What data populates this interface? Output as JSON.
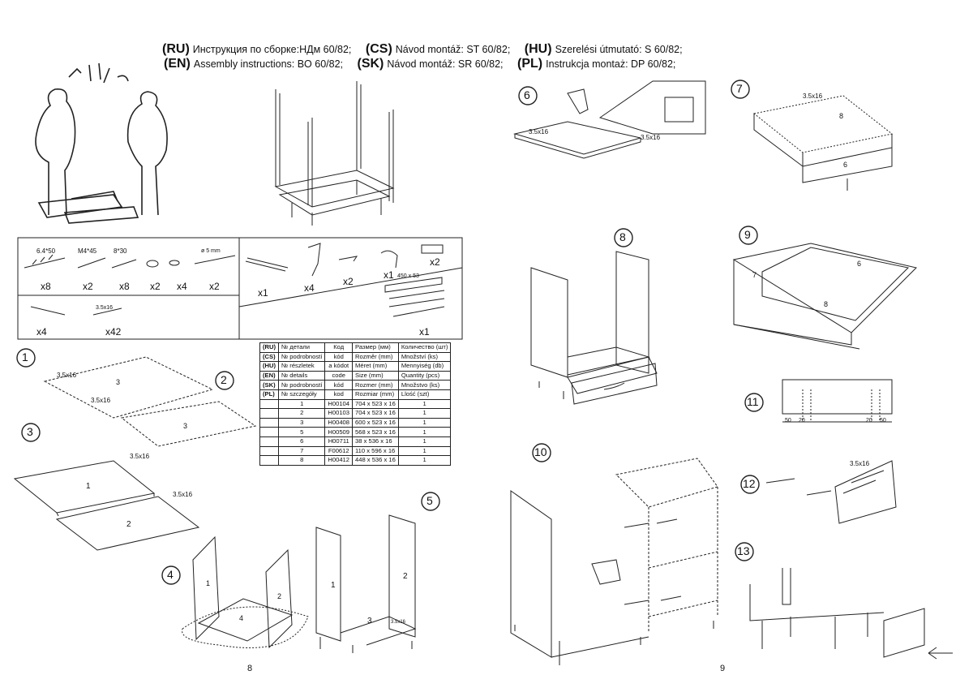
{
  "header": {
    "line1": [
      {
        "code": "(RU)",
        "text": "Инструкция по сборке:НДм 60/82;"
      },
      {
        "code": "(CS)",
        "text": "Návod montáž: ST 60/82;"
      },
      {
        "code": "(HU)",
        "text": "Szerelési útmutató: S 60/82;"
      }
    ],
    "line2": [
      {
        "code": "(EN)",
        "text": "Assembly instructions: BO 60/82;"
      },
      {
        "code": "(SK)",
        "text": "Návod montáž: SR 60/82;"
      },
      {
        "code": "(PL)",
        "text": "Instrukcja montaż: DP 60/82;"
      }
    ]
  },
  "hardware": {
    "items": [
      {
        "label": "6.4*50",
        "qty": "x8"
      },
      {
        "label": "M4*45",
        "qty": "x2"
      },
      {
        "label": "8*30",
        "qty": "x8"
      },
      {
        "label": "",
        "qty": "x2"
      },
      {
        "label": "",
        "qty": "x4"
      },
      {
        "label": "ø 5 mm",
        "qty": "x2"
      },
      {
        "label": "",
        "qty": "x1"
      },
      {
        "label": "",
        "qty": "x4"
      },
      {
        "label": "",
        "qty": "x2"
      },
      {
        "label": "",
        "qty": "x1"
      },
      {
        "label": "",
        "qty": "x2"
      },
      {
        "label": "",
        "qty": "x4"
      },
      {
        "label": "3.5x16",
        "qty": "x42"
      },
      {
        "label": "450 x 53",
        "qty": "x1"
      }
    ]
  },
  "parts_table": {
    "rows": [
      [
        "(RU)",
        "№ детали",
        "Код",
        "Размер  (мм)",
        "Количество (шт)"
      ],
      [
        "(CS)",
        "№ podrobností",
        "kód",
        "Rozměr (mm)",
        "Množství (ks)"
      ],
      [
        "(HU)",
        "№ részletek",
        "a kódot",
        "Méret (mm)",
        "Mennyiség (db)"
      ],
      [
        "(EN)",
        "№ details",
        "code",
        "Size (mm)",
        "Quantity  (pcs)"
      ],
      [
        "(SK)",
        "№ podrobností",
        "kód",
        "Rozmer (mm)",
        "Množstvo (ks)"
      ],
      [
        "(PL)",
        "№ szczegóły",
        "kod",
        "Rozmiar (mm)",
        "Llość (szt)"
      ]
    ],
    "parts": [
      [
        "1",
        "H00104",
        "704 x 523 x 16",
        "1"
      ],
      [
        "2",
        "H00103",
        "704 x 523 x 16",
        "1"
      ],
      [
        "3",
        "H00408",
        "600 x 523 x 16",
        "1"
      ],
      [
        "5",
        "H00509",
        "568 x 523 x 16",
        "1"
      ],
      [
        "6",
        "H00711",
        "38 x 536 x 16",
        "1"
      ],
      [
        "7",
        "F00612",
        "110 x 596 x 16",
        "1"
      ],
      [
        "8",
        "H00412",
        "448 x 536 x 16",
        "1"
      ]
    ]
  },
  "steps": [
    "1",
    "2",
    "3",
    "4",
    "5",
    "6",
    "7",
    "8",
    "9",
    "10",
    "11",
    "12",
    "13"
  ],
  "labels": {
    "screw": "3.5x16",
    "p1": "1",
    "p2": "2",
    "p3": "3",
    "p4": "4",
    "p6": "6",
    "p7": "7",
    "p8": "8",
    "d50": "50",
    "d20": "20",
    "d20b": "20",
    "d50b": "50",
    "f1": "50",
    "f2": "20"
  },
  "pages": {
    "left": "8",
    "right": "9"
  }
}
